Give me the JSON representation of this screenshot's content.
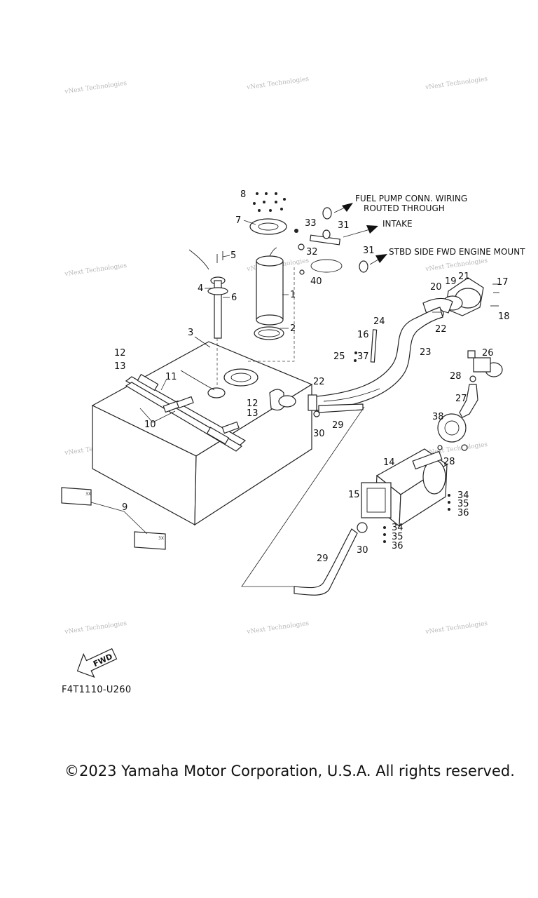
{
  "watermark": "vNext Technologies",
  "callouts": [
    "1",
    "2",
    "3",
    "4",
    "5",
    "6",
    "7",
    "8",
    "9",
    "10",
    "11",
    "12",
    "13",
    "14",
    "15",
    "16",
    "17",
    "18",
    "19",
    "20",
    "21",
    "22",
    "23",
    "24",
    "25",
    "26",
    "27",
    "28",
    "29",
    "30",
    "31",
    "32",
    "33",
    "34",
    "35",
    "36",
    "37",
    "38",
    "40"
  ],
  "notes": {
    "fuel_pump_line1": "FUEL PUMP CONN. WIRING",
    "fuel_pump_line2": "ROUTED THROUGH",
    "intake": "INTAKE",
    "stbd": "STBD SIDE FWD ENGINE MOUNT"
  },
  "pad_mark": "3X",
  "fwd_label": "FWD",
  "figure_code": "F4T1110-U260",
  "copyright": "©2023 Yamaha Motor Corporation, U.S.A. All rights reserved."
}
